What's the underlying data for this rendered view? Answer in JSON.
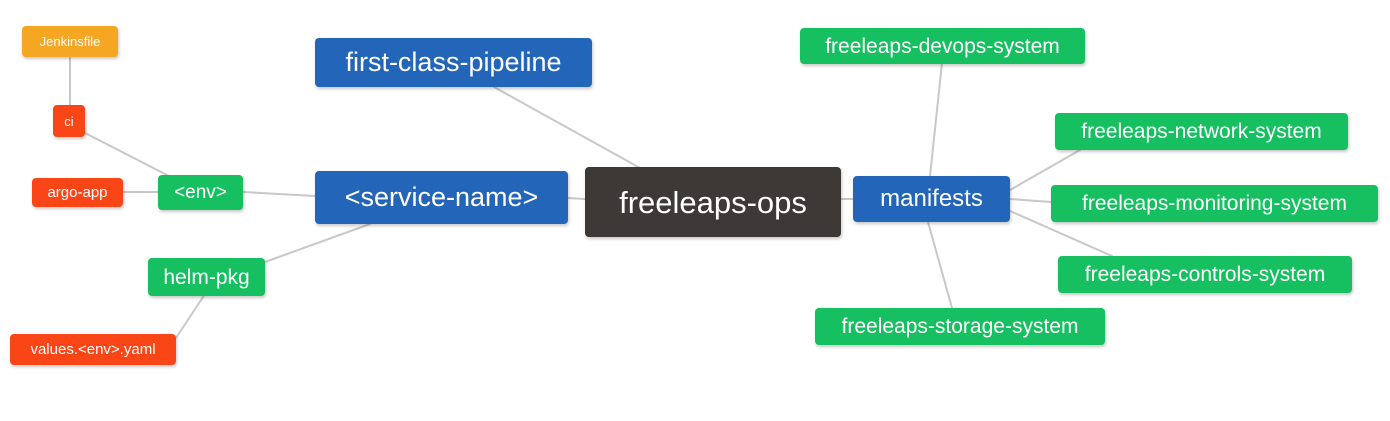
{
  "diagram": {
    "type": "mindmap",
    "title": "freeleaps-ops",
    "background": "#ffffff",
    "edge_color": "#c8c8c8",
    "palette": {
      "root": "#3c3936",
      "blue": "#2365b8",
      "green": "#16c060",
      "orange": "#f5a623",
      "red": "#fa4616"
    }
  },
  "nodes": {
    "root": {
      "label": "freeleaps-ops"
    },
    "first_class_pipeline": {
      "label": "first-class-pipeline"
    },
    "service_name": {
      "label": "<service-name>"
    },
    "manifests": {
      "label": "manifests"
    },
    "env": {
      "label": "<env>"
    },
    "ci": {
      "label": "ci"
    },
    "jenkinsfile": {
      "label": "Jenkinsfile"
    },
    "argo_app": {
      "label": "argo-app"
    },
    "helm_pkg": {
      "label": "helm-pkg"
    },
    "values_yaml": {
      "label": "values.<env>.yaml"
    },
    "devops_system": {
      "label": "freeleaps-devops-system"
    },
    "network_system": {
      "label": "freeleaps-network-system"
    },
    "monitoring_system": {
      "label": "freeleaps-monitoring-system"
    },
    "controls_system": {
      "label": "freeleaps-controls-system"
    },
    "storage_system": {
      "label": "freeleaps-storage-system"
    }
  },
  "edges": [
    {
      "from": "root",
      "to": "first_class_pipeline"
    },
    {
      "from": "root",
      "to": "service_name"
    },
    {
      "from": "root",
      "to": "manifests"
    },
    {
      "from": "service_name",
      "to": "env"
    },
    {
      "from": "service_name",
      "to": "helm_pkg"
    },
    {
      "from": "env",
      "to": "ci"
    },
    {
      "from": "env",
      "to": "argo_app"
    },
    {
      "from": "ci",
      "to": "jenkinsfile"
    },
    {
      "from": "helm_pkg",
      "to": "values_yaml"
    },
    {
      "from": "manifests",
      "to": "devops_system"
    },
    {
      "from": "manifests",
      "to": "network_system"
    },
    {
      "from": "manifests",
      "to": "monitoring_system"
    },
    {
      "from": "manifests",
      "to": "controls_system"
    },
    {
      "from": "manifests",
      "to": "storage_system"
    }
  ]
}
